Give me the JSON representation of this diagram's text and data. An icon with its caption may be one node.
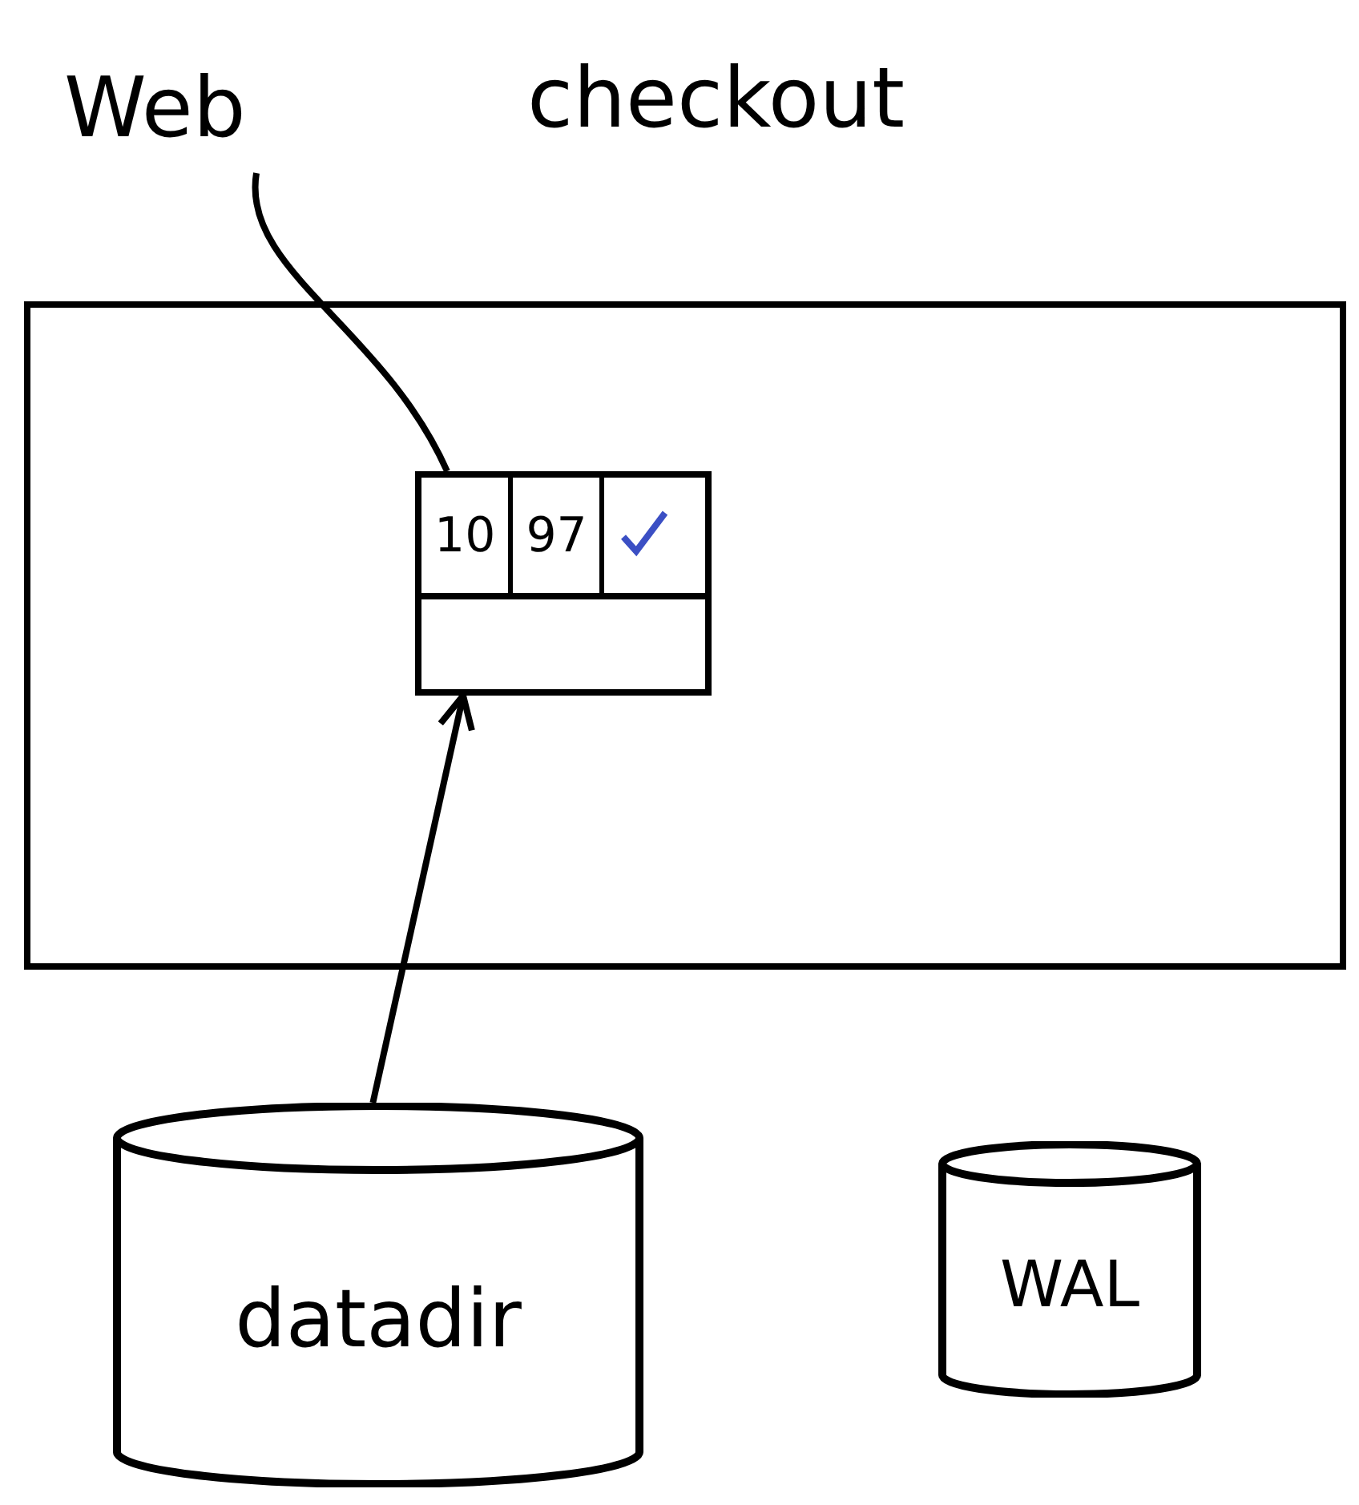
{
  "diagram": {
    "nodes": [
      {
        "text": [
          "checkout"
        ]
      },
      {
        "text": [
          "Web"
        ]
      },
      {
        "text": [
          "10",
          "97"
        ],
        "in": 0
      },
      {
        "text": [
          "datadir"
        ]
      },
      {
        "text": [
          "WAL"
        ]
      }
    ],
    "edges": [
      {
        "from": 1,
        "to": 2,
        "arrow": "none"
      },
      {
        "from": 3,
        "to": 2,
        "arrow": "to"
      }
    ]
  }
}
